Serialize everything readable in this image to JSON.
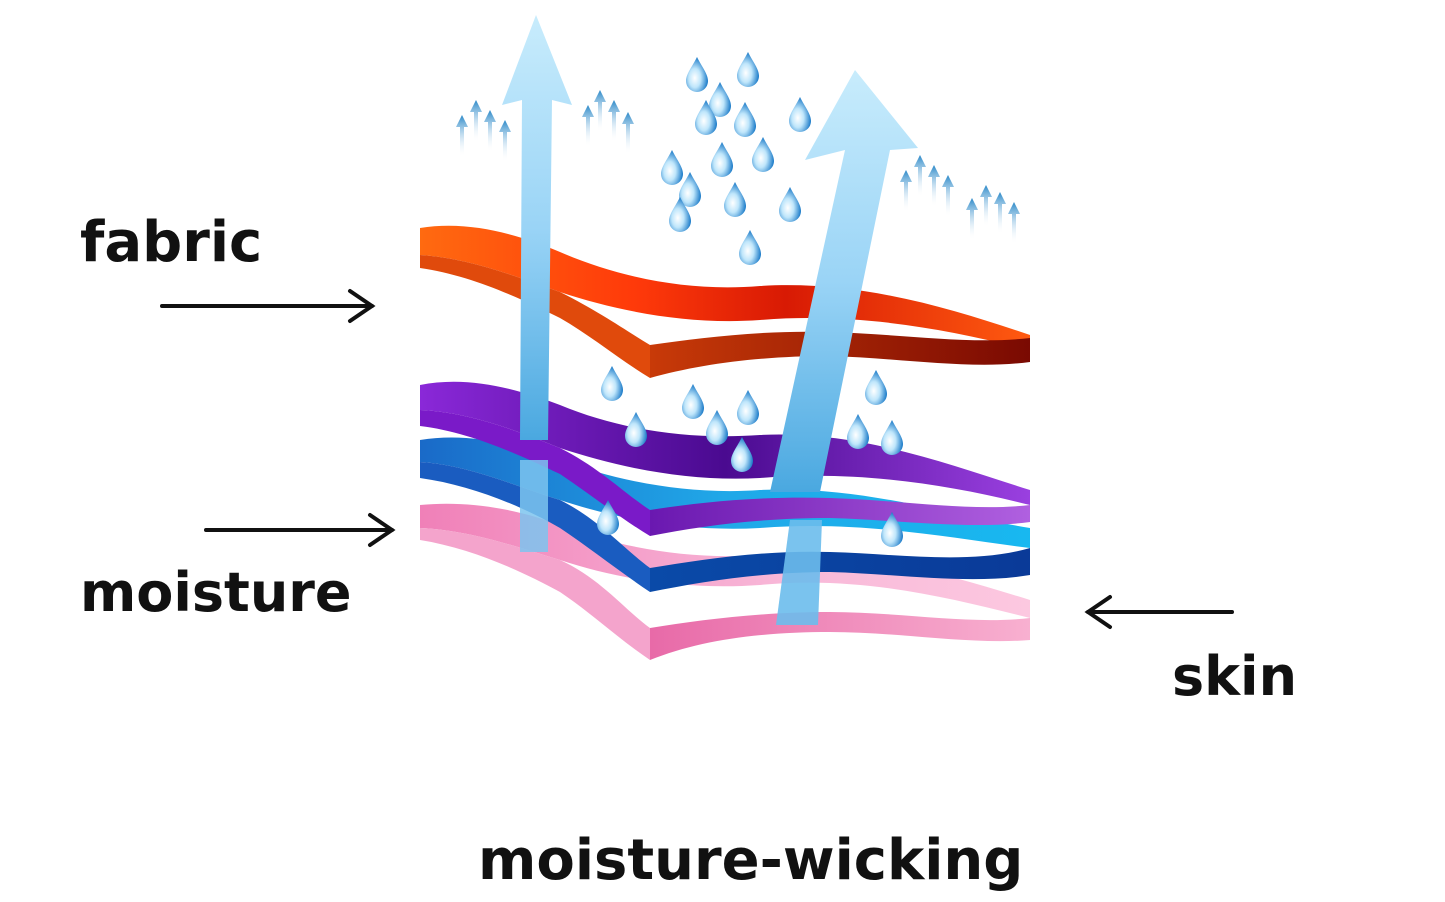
{
  "labels": {
    "fabric": "fabric",
    "moisture": "moisture",
    "skin": "skin"
  },
  "caption": "moisture-wicking",
  "colors": {
    "fabric_layer": "#e8400a",
    "purple_layer": "#7a18c0",
    "blue_layer": "#1a7fd0",
    "skin_layer": "#f4a0c8",
    "vapor_arrow": "#8fd0f4",
    "droplet": "#3a9ee0",
    "text": "#111111"
  },
  "icons": [
    "arrow-right-icon",
    "arrow-left-icon",
    "water-droplet-icon",
    "vapor-arrow-icon"
  ]
}
